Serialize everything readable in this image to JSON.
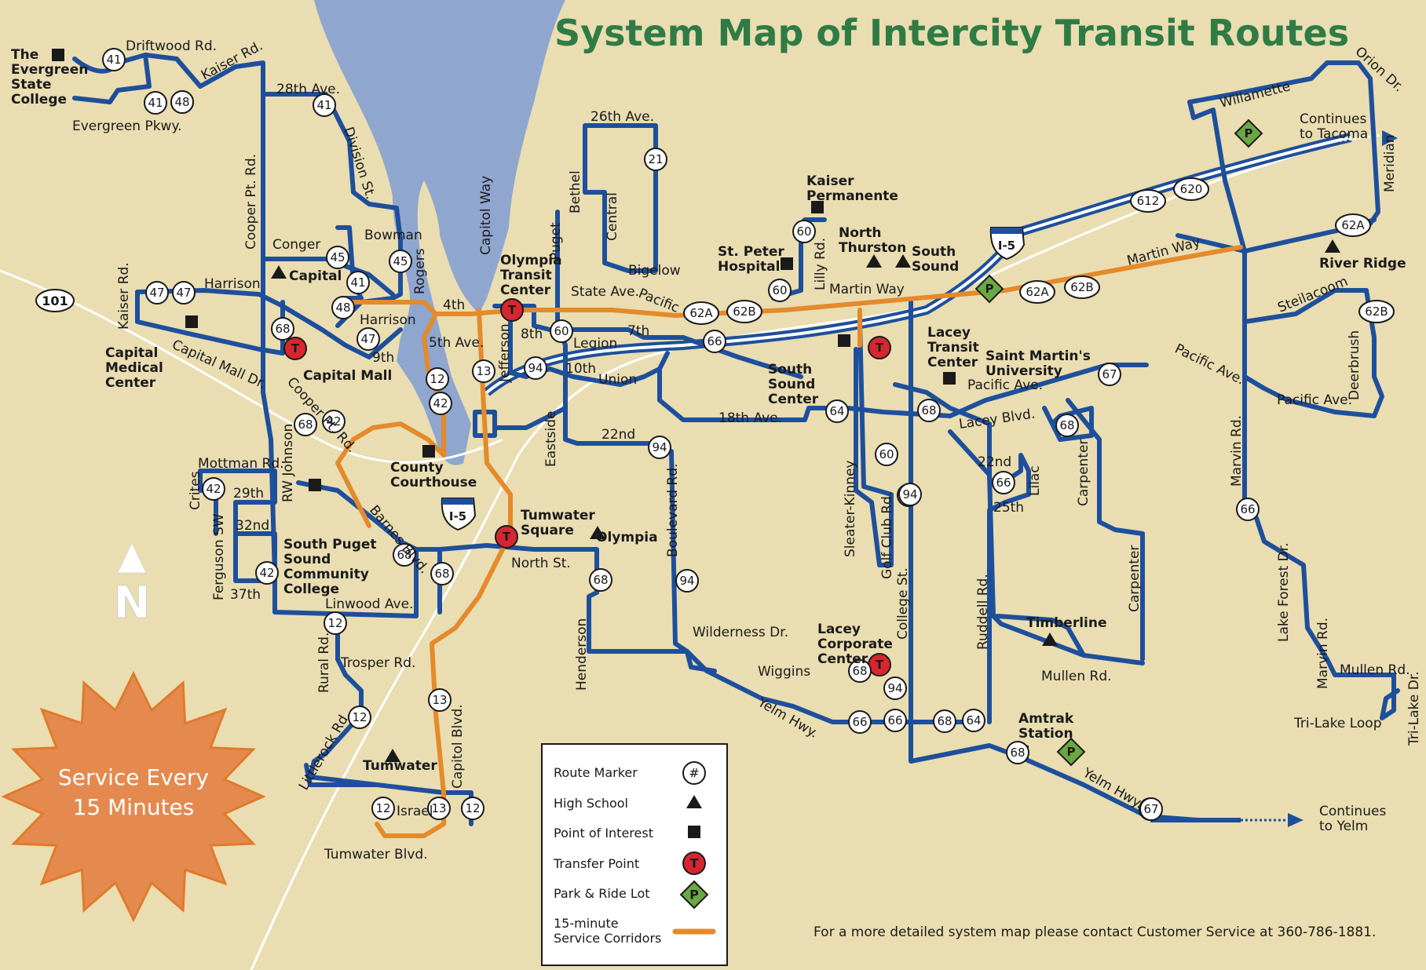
{
  "title": "System Map of Intercity Transit Routes",
  "colors": {
    "background": "#e9ddb1",
    "water": "#8fa6cf",
    "route": "#1e4f9c",
    "corridor": "#e48a2a",
    "transfer": "#d6262f",
    "park_ride": "#6aa844",
    "title": "#2f7b45"
  },
  "legend": {
    "route_marker": "Route Marker",
    "route_marker_symbol": "#",
    "high_school": "High School",
    "point_of_interest": "Point of Interest",
    "transfer_point": "Transfer Point",
    "park_ride": "Park & Ride Lot",
    "corridors_line1": "15-minute",
    "corridors_line2": "Service Corridors",
    "transfer_symbol": "T",
    "park_symbol": "P"
  },
  "contact": "For a more detailed system map please contact Customer Service at 360-786-1881.",
  "burst": {
    "line1": "Service Every",
    "line2": "15 Minutes"
  },
  "north": "N",
  "highways": {
    "i5": "I-5",
    "us101": "101"
  },
  "continues_tacoma": [
    "Continues",
    "to Tacoma"
  ],
  "continues_yelm": [
    "Continues",
    "to Yelm"
  ],
  "places": {
    "evergreen": [
      "The",
      "Evergreen",
      "State",
      "College"
    ],
    "capital": "Capital",
    "capital_medical": [
      "Capital",
      "Medical",
      "Center"
    ],
    "capital_mall": "Capital Mall",
    "county_courthouse": [
      "County",
      "Courthouse"
    ],
    "olympia_transit": [
      "Olympia",
      "Transit",
      "Center"
    ],
    "tumwater_square": [
      "Tumwater",
      "Square"
    ],
    "olympia": "Olympia",
    "south_puget": [
      "South Puget",
      "Sound",
      "Community",
      "College"
    ],
    "tumwater": "Tumwater",
    "kaiser": [
      "Kaiser",
      "Permanente"
    ],
    "st_peter": [
      "St. Peter",
      "Hospital"
    ],
    "north_thurston": [
      "North",
      "Thurston"
    ],
    "south_sound": [
      "South",
      "Sound"
    ],
    "lacey_transit": [
      "Lacey",
      "Transit",
      "Center"
    ],
    "south_sound_center": [
      "South",
      "Sound",
      "Center"
    ],
    "saint_martins": [
      "Saint Martin's",
      "University"
    ],
    "river_ridge": "River Ridge",
    "lacey_corporate": [
      "Lacey",
      "Corporate",
      "Center"
    ],
    "timberline": "Timberline",
    "amtrak": [
      "Amtrak",
      "Station"
    ]
  },
  "streets": {
    "driftwood": "Driftwood Rd.",
    "kaiser_rd_top": "Kaiser Rd.",
    "evergreen_pkwy": "Evergreen Pkwy.",
    "ave28": "28th Ave.",
    "division": "Division St.",
    "cooper_pt": "Cooper Pt. Rd.",
    "conger": "Conger",
    "bowman": "Bowman",
    "rogers": "Rogers",
    "harrison_w": "Harrison",
    "harrison": "Harrison",
    "kaiser_rd": "Kaiser Rd.",
    "capital_mall_dr": "Capital Mall Dr.",
    "ninth": "9th",
    "fourth": "4th",
    "fifth": "5th Ave.",
    "capitol_way": "Capitol Way",
    "ave26": "26th Ave.",
    "bethel": "Bethel",
    "central": "Central",
    "puget": "Puget",
    "bigelow": "Bigelow",
    "state_ave": "State Ave.",
    "pacific": "Pacific",
    "eighth": "8th",
    "seventh": "7th",
    "legion": "Legion",
    "tenth": "10th",
    "union": "Union",
    "jefferson": "Jefferson",
    "eastside": "Eastside",
    "ave22": "22nd",
    "ave18": "18th Ave.",
    "boulevard": "Boulevard Rd.",
    "cooper_pt2": "Cooper Pt. Rd.",
    "rw_johnson": "RW Johnson",
    "mottman": "Mottman Rd.",
    "ave29": "29th",
    "ave32": "32nd",
    "ave37": "37th",
    "crites": "Crites",
    "ferguson": "Ferguson SW",
    "barnes": "Barnes Blvd.",
    "linwood": "Linwood Ave.",
    "north_st": "North St.",
    "rural": "Rural Rd.",
    "trosper": "Trosper Rd.",
    "littlerock": "Littlerock Rd.",
    "capitol_blvd": "Capitol Blvd.",
    "israel": "Israel",
    "tumwater_blvd": "Tumwater Blvd.",
    "henderson": "Henderson",
    "wilderness": "Wilderness Dr.",
    "wiggins": "Wiggins",
    "yelm_hwy": "Yelm Hwy.",
    "lilly": "Lilly Rd.",
    "martin_way": "Martin Way",
    "martin_way_e": "Martin Way",
    "sleater": "Sleater-Kinney",
    "golf_club": "Golf Club Rd.",
    "college_st": "College St.",
    "pacific_ave": "Pacific Ave.",
    "lacey_blvd": "Lacey Blvd.",
    "ave22e": "22nd",
    "ave25": "25th",
    "lilac": "Lilac",
    "carpenter": "Carpenter",
    "carpenter2": "Carpenter",
    "ruddell": "Ruddell Rd.",
    "mullen": "Mullen Rd.",
    "yelm_hwy2": "Yelm Hwy.",
    "willamette": "Willamette",
    "orion": "Orion Dr.",
    "meridian": "Meridian",
    "steilacoom": "Steilacoom",
    "pacific_ave_e": "Pacific Ave.",
    "pacific_ave_e2": "Pacific Ave.",
    "deerbrush": "Deerbrush",
    "marvin": "Marvin Rd.",
    "lake_forest": "Lake Forest Dr.",
    "marvin2": "Marvin Rd.",
    "mullen_e": "Mullen Rd.",
    "tri_lake_loop": "Tri-Lake Loop",
    "tri_lake_dr": "Tri-Lake Dr."
  },
  "markers": [
    "41",
    "48",
    "41",
    "48",
    "41",
    "45",
    "41",
    "45",
    "47",
    "47",
    "48",
    "68",
    "47",
    "68",
    "12",
    "42",
    "13",
    "94",
    "60",
    "21",
    "60",
    "60",
    "62A",
    "62B",
    "62A",
    "62B",
    "62A",
    "612",
    "620",
    "62B",
    "66",
    "67",
    "64",
    "94",
    "68",
    "60",
    "64",
    "66",
    "68",
    "66",
    "12",
    "68",
    "68",
    "42",
    "42",
    "42",
    "12",
    "12",
    "13",
    "94",
    "68",
    "68",
    "94",
    "66",
    "68",
    "66",
    "66",
    "68",
    "64",
    "94",
    "67",
    "12",
    "13"
  ]
}
